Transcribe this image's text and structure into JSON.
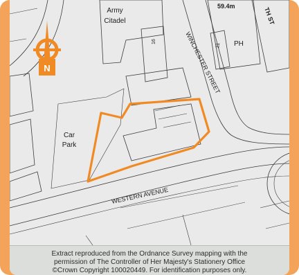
{
  "map": {
    "labels": {
      "army_citadel_line1": "Army",
      "army_citadel_line2": "Citadel",
      "height": "59.4m",
      "road_partial_top": "TH ST",
      "winchester_street": "WINCHESTER STREET",
      "pub": "PH",
      "number_16": "16",
      "number_21": "21",
      "car_park_line1": "Car",
      "car_park_line2": "Park",
      "western_avenue": "WESTERN AVENUE"
    },
    "north_arrow": {
      "label": "N"
    },
    "site_boundary_color": "#f08a24"
  },
  "caption": {
    "line1": "Extract reproduced from the Ordnance Survey mapping with the",
    "line2": "permission of The Controller of Her Majesty's Stationery Office",
    "line3": "©Crown Copyright 100020449. For identification purposes only."
  },
  "colors": {
    "frame": "#f3a35a",
    "map_background": "#e9eae9",
    "caption_background": "#dcdedc"
  }
}
